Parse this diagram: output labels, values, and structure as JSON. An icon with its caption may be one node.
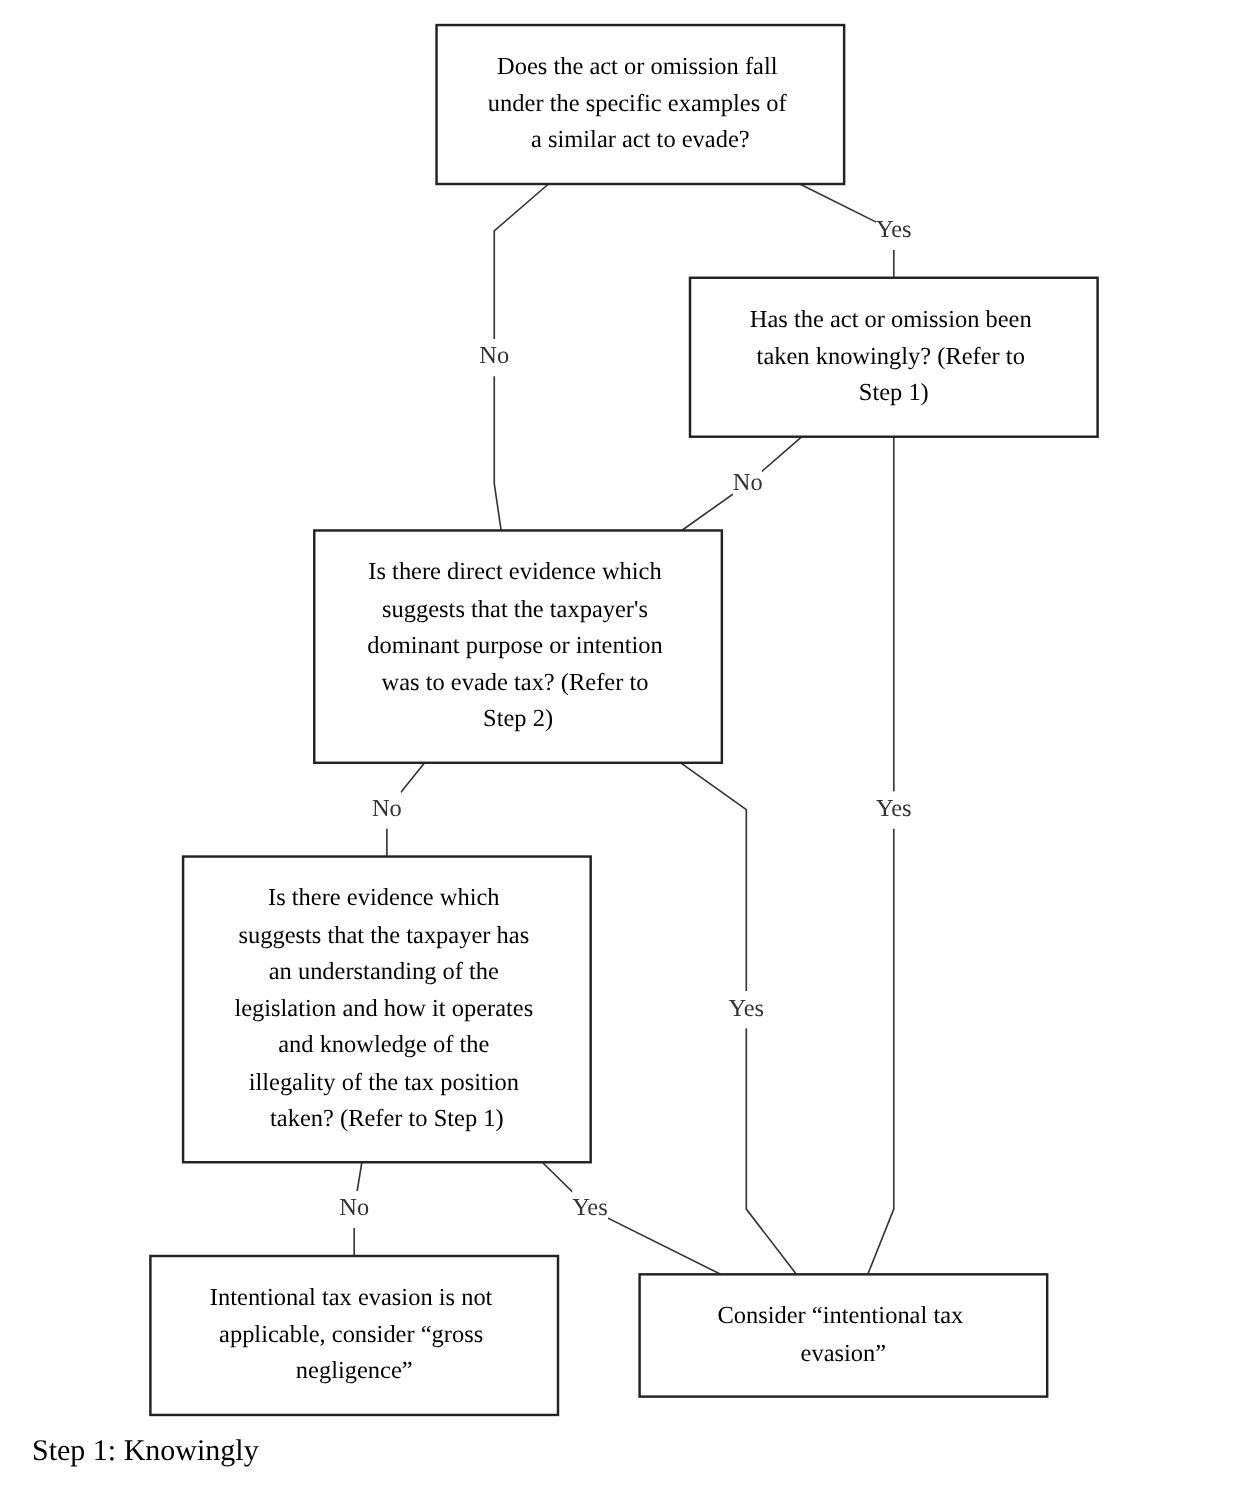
{
  "diagram": {
    "nodes": [
      {
        "text": [
          "Does the act or omission fall under the specific examples of a similar act to evade?"
        ]
      },
      {
        "text": [
          "Has the act or omission been taken knowingly? (Refer to Step 1)"
        ]
      },
      {
        "text": [
          "Is there direct evidence which suggests that the taxpayer's dominant purpose or intention was to evade tax? (Refer to Step 2)"
        ]
      },
      {
        "text": [
          "Consider “intentional tax evasion”"
        ]
      },
      {
        "text": [
          "Is there evidence which suggests that the taxpayer has an understanding of the legislation and how it operates and knowledge of the illegality of the tax position taken? (Refer to Step 1)"
        ]
      },
      {
        "text": [
          "Intentional tax evasion is not applicable, consider “gross negligence”"
        ]
      }
    ],
    "edges": [
      {
        "from": 0,
        "to": 2,
        "arrow": "none",
        "label": "No"
      },
      {
        "from": 0,
        "to": 1,
        "arrow": "none",
        "label": "Yes"
      },
      {
        "from": 1,
        "to": 2,
        "arrow": "none",
        "label": "No"
      },
      {
        "from": 1,
        "to": 3,
        "arrow": "none",
        "label": "Yes"
      },
      {
        "from": 2,
        "to": 4,
        "arrow": "none",
        "label": "No"
      },
      {
        "from": 2,
        "to": 3,
        "arrow": "none",
        "label": "Yes"
      },
      {
        "from": 4,
        "to": 5,
        "arrow": "none",
        "label": "No"
      },
      {
        "from": 4,
        "to": 3,
        "arrow": "none",
        "label": "Yes"
      }
    ],
    "labels": [
      "Step 1: Knowingly"
    ]
  }
}
